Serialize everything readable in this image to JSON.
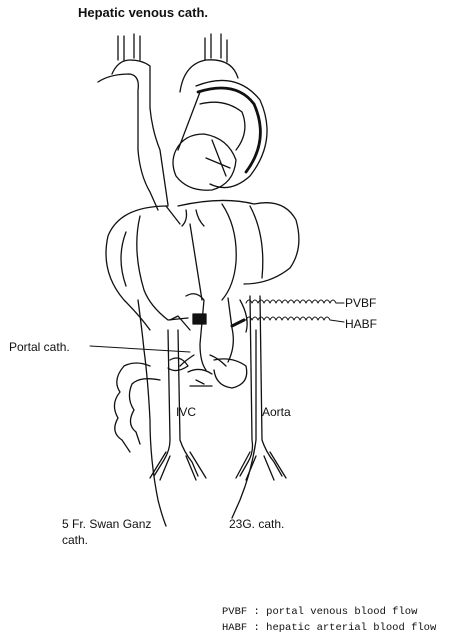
{
  "title": "Hepatic venous cath.",
  "labels": {
    "pvbf": "PVBF",
    "habf": "HABF",
    "portal_cath": "Portal cath.",
    "ivc": "IVC",
    "aorta": "Aorta",
    "swan_ganz_line1": "5 Fr. Swan Ganz",
    "swan_ganz_line2": "cath.",
    "cath_23g": "23G. cath."
  },
  "legend": [
    {
      "abbr": "PVBF",
      "sep": ":",
      "text": "portal venous blood flow"
    },
    {
      "abbr": "HABF",
      "sep": ":",
      "text": "hepatic arterial blood flow"
    }
  ]
}
